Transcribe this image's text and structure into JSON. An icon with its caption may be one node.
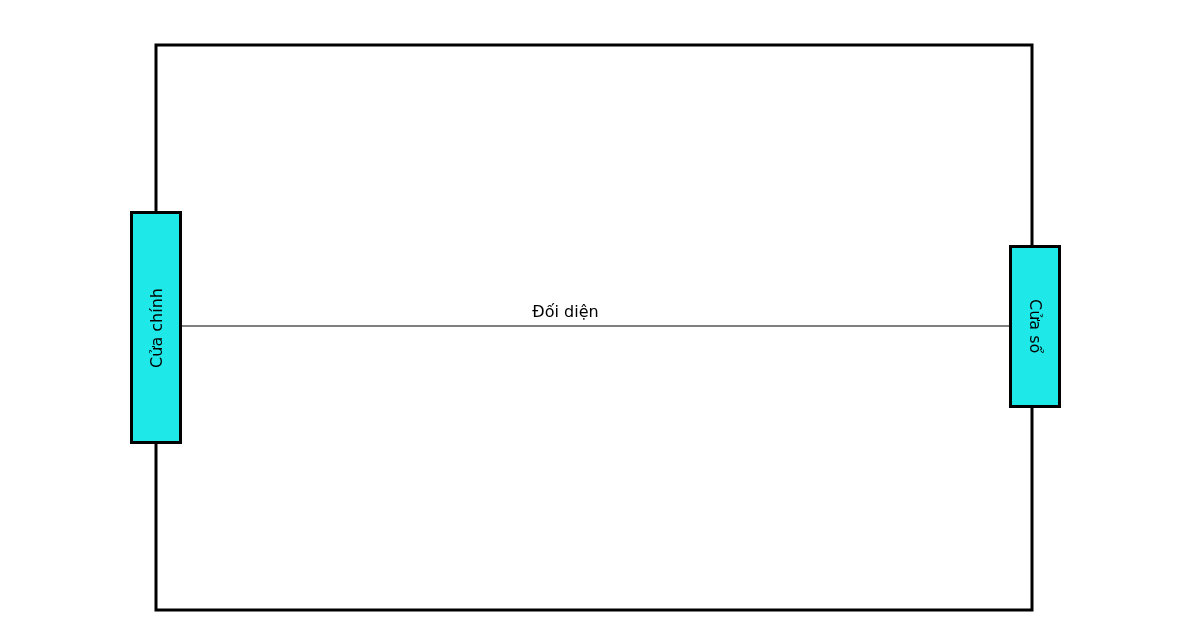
{
  "diagram": {
    "nodes": [
      {
        "text": [
          "Cửa chính"
        ]
      },
      {
        "text": [
          "Cửa sổ"
        ]
      }
    ],
    "edges": [
      {
        "from": 0,
        "to": 1,
        "arrow": "none",
        "label": "Đối diện"
      }
    ]
  }
}
